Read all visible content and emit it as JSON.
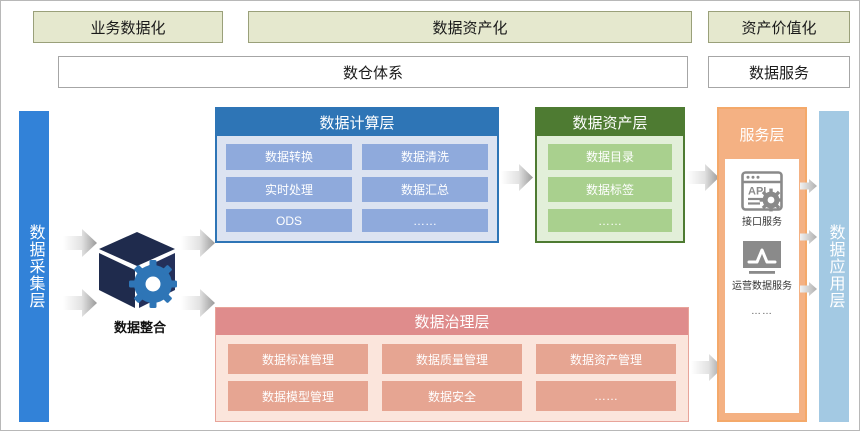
{
  "diagram": {
    "title_row": [
      {
        "label": "业务数据化"
      },
      {
        "label": "数据资产化"
      },
      {
        "label": "资产价值化"
      }
    ],
    "subtitle_row": [
      {
        "label": "数仓体系"
      },
      {
        "label": "数据服务"
      }
    ],
    "collection_bar": {
      "label": "数据采集层"
    },
    "application_bar": {
      "label": "数据应用层"
    },
    "integration": {
      "label": "数据整合",
      "icon": "cube-gear-icon"
    },
    "compute_layer": {
      "title": "数据计算层",
      "cells": [
        "数据转换",
        "数据清洗",
        "实时处理",
        "数据汇总",
        "ODS",
        "……"
      ],
      "accent": "#2E75B6",
      "body_bg": "#DCE3F1",
      "cell_bg": "#8FAADC"
    },
    "asset_layer": {
      "title": "数据资产层",
      "cells": [
        "数据目录",
        "数据标签",
        "……"
      ],
      "accent": "#4E7B32",
      "body_bg": "#E2EFD9",
      "cell_bg": "#A9D08E"
    },
    "governance_layer": {
      "title": "数据治理层",
      "cells": [
        "数据标准管理",
        "数据质量管理",
        "数据资产管理",
        "数据模型管理",
        "数据安全",
        "……"
      ],
      "accent": "#DF8C8C",
      "body_bg": "#FBE5DC",
      "cell_bg": "#E6A592"
    },
    "service_layer": {
      "title": "服务层",
      "accent": "#F4B183",
      "items": [
        {
          "icon": "api-window-icon",
          "label": "接口服务"
        },
        {
          "icon": "chart-monitor-icon",
          "label": "运营数据服务"
        }
      ],
      "more": "……"
    },
    "colors": {
      "banner_bg": "#E5E8CE",
      "banner_border": "#9AA07A",
      "collect_bar": "#3282D8",
      "app_bar": "#A3C9E3",
      "arrow_dark": "#9E9E9E",
      "cube_dark": "#1F2B4D",
      "gear_blue": "#2E75B6"
    }
  }
}
